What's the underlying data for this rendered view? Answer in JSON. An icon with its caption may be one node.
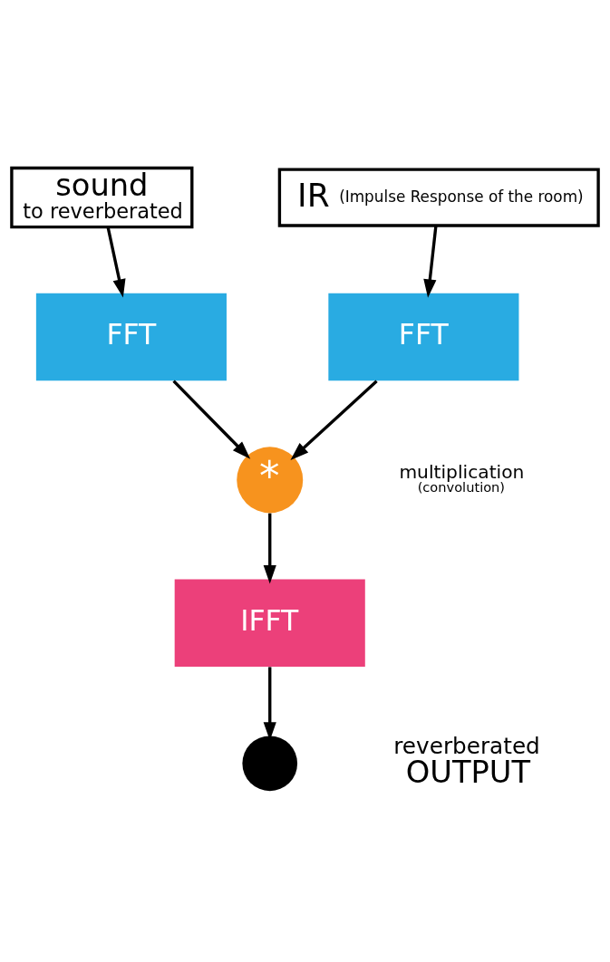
{
  "diagram": {
    "nodes": [
      {
        "text": [
          "sound",
          "to reverberated"
        ]
      },
      {
        "text": [
          "IR",
          "(Impulse Response of the room)"
        ]
      },
      {
        "text": [
          "FFT"
        ]
      },
      {
        "text": [
          "FFT"
        ]
      },
      {
        "text": [
          "*"
        ],
        "beside": [
          "multiplication",
          "(convolution)"
        ]
      },
      {
        "text": [
          "IFFT"
        ]
      },
      {
        "text": [],
        "shape": "circle",
        "beside": [
          "reverberated",
          "OUTPUT"
        ]
      }
    ],
    "edges": [
      {
        "from": 0,
        "to": 2,
        "arrow": "to"
      },
      {
        "from": 1,
        "to": 3,
        "arrow": "to"
      },
      {
        "from": 2,
        "to": 4,
        "arrow": "to"
      },
      {
        "from": 3,
        "to": 4,
        "arrow": "to"
      },
      {
        "from": 4,
        "to": 5,
        "arrow": "to"
      },
      {
        "from": 5,
        "to": 6,
        "arrow": "to"
      }
    ]
  }
}
